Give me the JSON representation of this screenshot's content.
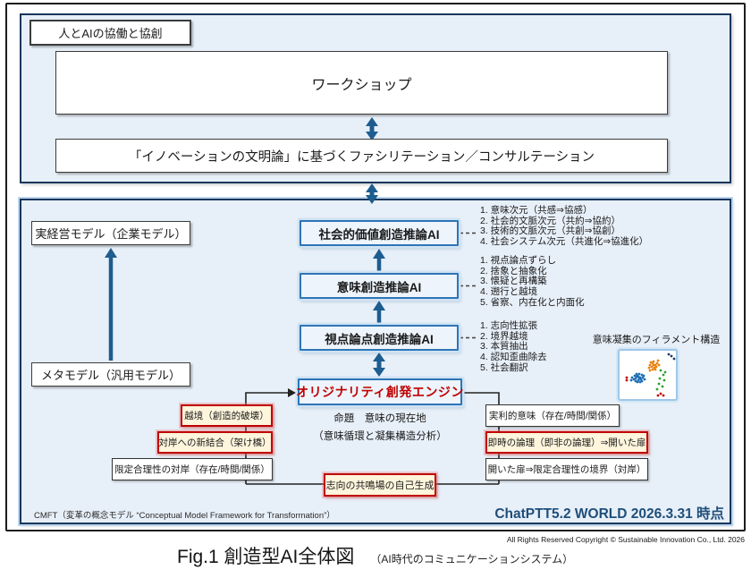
{
  "figure": {
    "caption": "Fig.1 創造型AI全体図",
    "caption_sub": "（AI時代のコミュニケーションシステム）",
    "copyright": "All Rights Reserved Copyright ©  Sustainable Innovation Co., Ltd.  2026"
  },
  "top_panel": {
    "label": "人とAIの協働と協創",
    "workshop": "ワークショップ",
    "facilitation": "「イノベーションの文明論」に基づくファシリテーション／コンサルテーション"
  },
  "main_panel": {
    "left_models": {
      "real": "実経営モデル（企業モデル）",
      "meta": "メタモデル（汎用モデル）"
    },
    "ai_stack": [
      {
        "label": "社会的価値創造推論AI",
        "items": [
          "1. 意味次元（共感⇒協感）",
          "2. 社会的文脈次元（共約⇒協約）",
          "3. 技術的文脈次元（共創⇒協創）",
          "4. 社会システム次元（共進化⇒協進化）"
        ]
      },
      {
        "label": "意味創造推論AI",
        "items": [
          "1. 視点論点ずらし",
          "2. 捨象と抽象化",
          "3. 懐疑と再構築",
          "4. 遡行と越境",
          "5. 省察、内在化と内面化"
        ]
      },
      {
        "label": "視点論点創造推論AI",
        "items": [
          "1. 志向性拡張",
          "2. 境界越境",
          "3. 本質抽出",
          "4. 認知歪曲除去",
          "5. 社会翻訳"
        ]
      }
    ],
    "engine": "オリジナリティ創発エンジン",
    "engine_sub1": "命題　意味の現在地",
    "engine_sub2": "（意味循環と凝集構造分析）",
    "filament": {
      "label": "意味凝集のフィラメント構造",
      "clusters": [
        {
          "color": "#1f6fb5",
          "points": [
            [
              20,
              28
            ],
            [
              23,
              30
            ],
            [
              18,
              31
            ],
            [
              25,
              27
            ],
            [
              21,
              33
            ],
            [
              17,
              28
            ],
            [
              24,
              32
            ],
            [
              19,
              26
            ],
            [
              22,
              26
            ],
            [
              26,
              30
            ],
            [
              16,
              32
            ],
            [
              20,
              35
            ],
            [
              23,
              35
            ],
            [
              14,
              30
            ],
            [
              27,
              28
            ],
            [
              25,
              34
            ],
            [
              18,
              34
            ],
            [
              21,
              29
            ],
            [
              13,
              33
            ],
            [
              28,
              32
            ],
            [
              22,
              31
            ],
            [
              19,
              29
            ]
          ]
        },
        {
          "color": "#e8820c",
          "points": [
            [
              34,
              16
            ],
            [
              37,
              14
            ],
            [
              40,
              16
            ],
            [
              36,
              18
            ],
            [
              39,
              19
            ],
            [
              33,
              19
            ],
            [
              42,
              14
            ],
            [
              38,
              12
            ],
            [
              35,
              13
            ],
            [
              41,
              18
            ],
            [
              37,
              21
            ],
            [
              34,
              22
            ],
            [
              43,
              11
            ],
            [
              40,
              21
            ],
            [
              44,
              16
            ],
            [
              38,
              16
            ]
          ]
        },
        {
          "color": "#2ca02c",
          "points": [
            [
              46,
              22
            ],
            [
              49,
              27
            ],
            [
              45,
              31
            ],
            [
              50,
              33
            ],
            [
              44,
              37
            ],
            [
              48,
              40
            ],
            [
              42,
              43
            ],
            [
              51,
              24
            ]
          ]
        },
        {
          "color": "#c00000",
          "points": [
            [
              46,
              48
            ],
            [
              49,
              50
            ],
            [
              43,
              50
            ],
            [
              8,
              30
            ],
            [
              8,
              33
            ]
          ]
        },
        {
          "color": "#1f3864",
          "points": [
            [
              58,
              6
            ],
            [
              61,
              9
            ],
            [
              55,
              4
            ]
          ]
        }
      ]
    },
    "left_branch": [
      "越境（創造的破壊）",
      "対岸への新結合（架け橋）",
      "限定合理性の対岸（存在/時間/関係）"
    ],
    "right_branch": [
      "実利的意味（存在/時間/関係）",
      "即時の論理（即非の論理）⇒開いた扉",
      "開いた扉⇒限定合理性の境界（対岸）"
    ],
    "bottom_node": "志向の共鳴場の自己生成",
    "footnote": "CMFT（変革の概念モデル “Conceptual Model Framework for Transformation”）",
    "stamp": "ChatPTT5.2 WORLD 2026.3.31 時点"
  },
  "colors": {
    "accent-blue": "#1d5d8f",
    "panel-fill": "#e7eff8",
    "panel-border": "#17365d",
    "box-blue-border": "#2e75b6",
    "box-blue-fill": "#edf4fb",
    "red": "#c00000",
    "cream": "#fdf5dc",
    "stamp-blue": "#1f4e79"
  }
}
